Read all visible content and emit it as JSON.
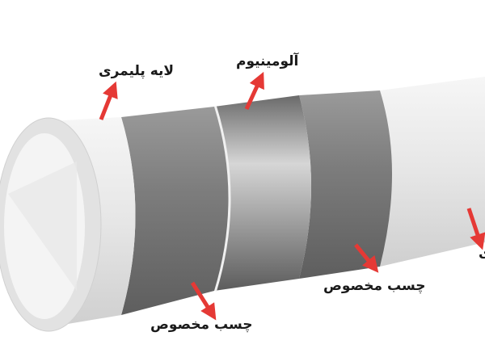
{
  "labels": {
    "polymer_layer": "لایه پلیمری",
    "aluminum": "آلومینیوم",
    "adhesive_bottom": "چسب مخصوص",
    "adhesive_middle": "چسب مخصوص",
    "right_edge_partial": "ی"
  },
  "colors": {
    "arrow": "#e53935",
    "polymer": "#eeeeee",
    "adhesive": "#8a8a8a",
    "aluminum": "#b8b8b8"
  }
}
